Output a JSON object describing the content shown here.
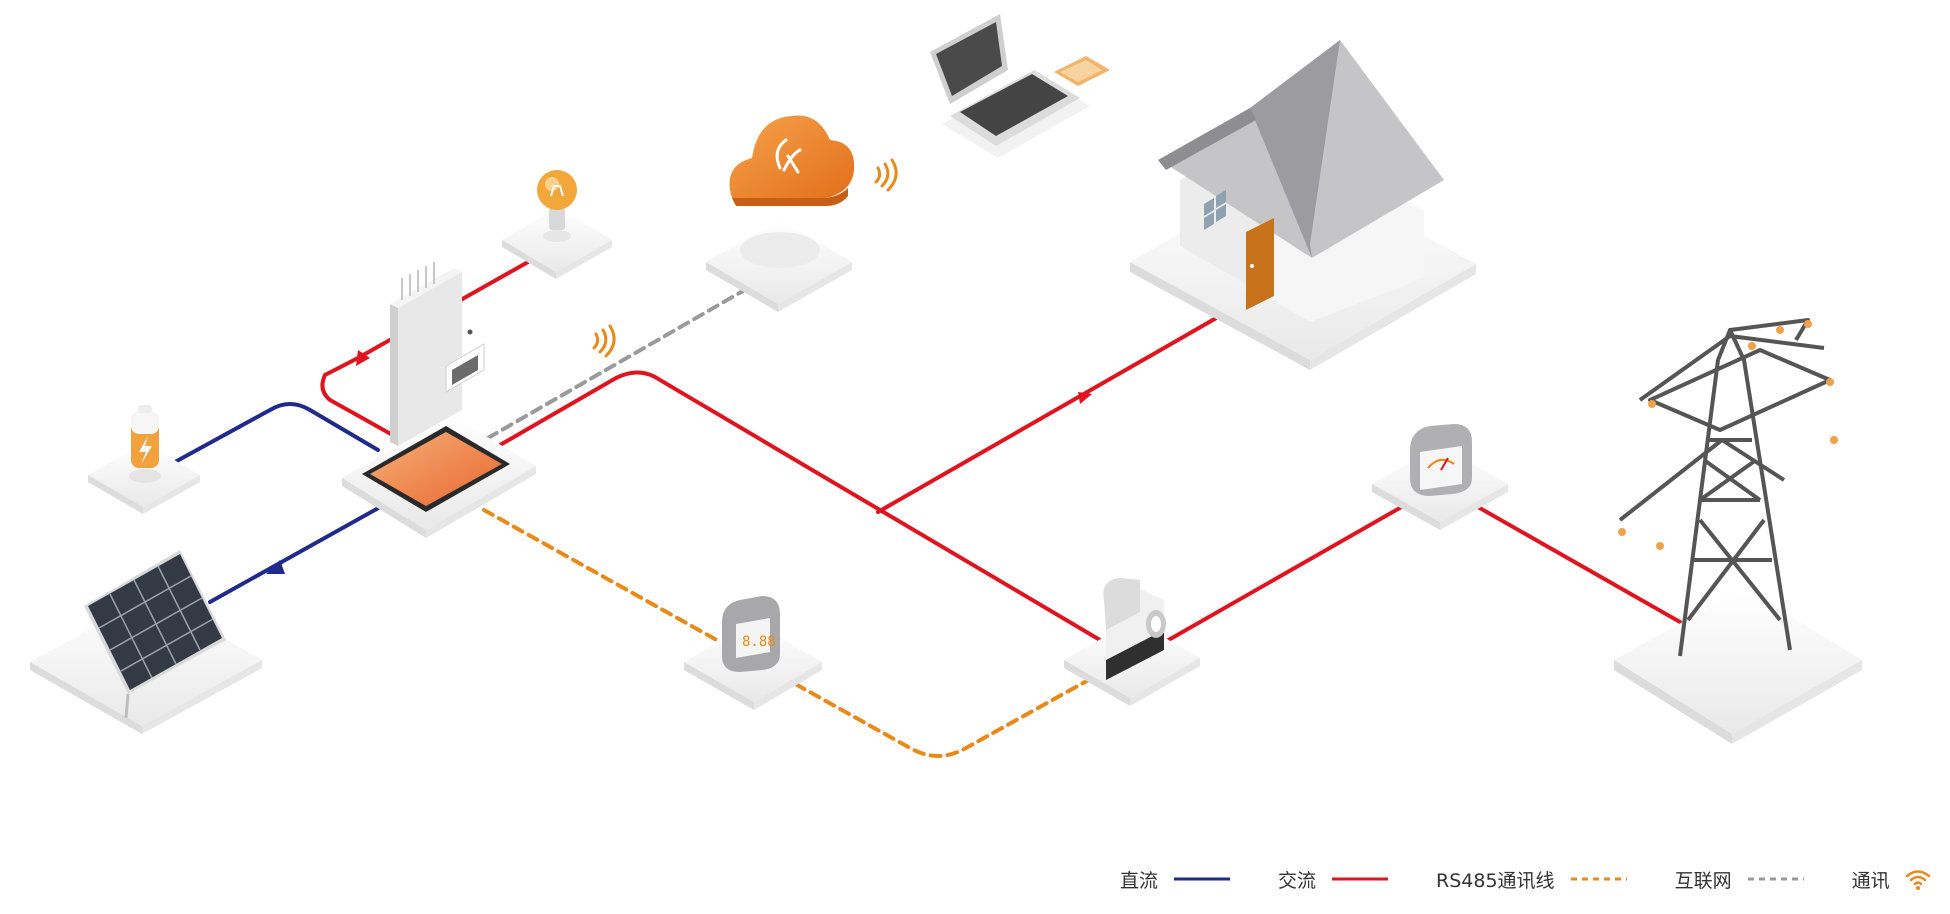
{
  "legend": [
    {
      "label": "直流",
      "type": "solid",
      "color": "#1f2a8c"
    },
    {
      "label": "交流",
      "type": "solid",
      "color": "#e0141e"
    },
    {
      "label": "RS485通讯线",
      "type": "dashed",
      "color": "#e88a1a"
    },
    {
      "label": "互联网",
      "type": "dashed",
      "color": "#9a9a9a"
    },
    {
      "label": "通讯",
      "type": "wifi",
      "color": "#e88a1a"
    }
  ],
  "colors": {
    "dc": "#1f2a8c",
    "ac": "#e0141e",
    "rs485": "#e88a1a",
    "internet": "#9a9a9a",
    "wireless": "#e88a1a",
    "accent_orange": "#f0892a"
  },
  "nodes": [
    {
      "icon": "solar-panel-icon"
    },
    {
      "icon": "battery-icon"
    },
    {
      "icon": "light-bulb-icon"
    },
    {
      "icon": "inverter-icon"
    },
    {
      "icon": "cloud-icon"
    },
    {
      "icon": "laptop-icon"
    },
    {
      "icon": "phone-icon"
    },
    {
      "icon": "house-icon"
    },
    {
      "icon": "display-meter-icon"
    },
    {
      "icon": "smart-meter-icon"
    },
    {
      "icon": "grid-meter-icon"
    },
    {
      "icon": "transmission-tower-icon"
    }
  ]
}
